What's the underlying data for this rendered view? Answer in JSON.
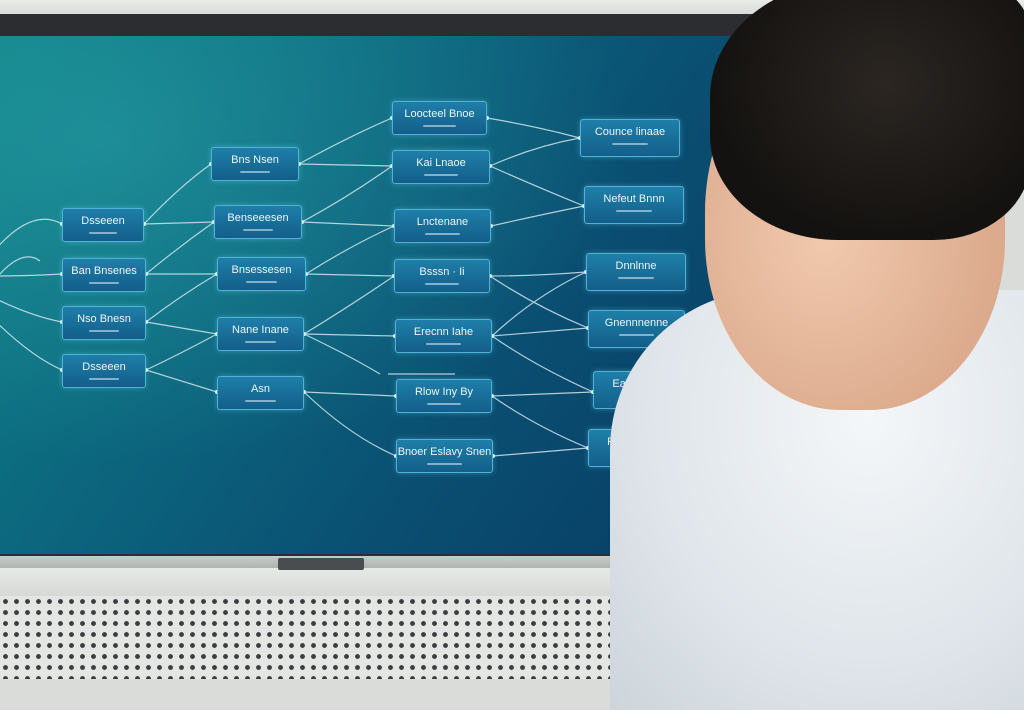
{
  "scene": {
    "description_subject": "person-viewing-monitor",
    "colors": {
      "screen_accent": "#0c6a7f",
      "node_fill": "#1f7fa8",
      "node_border": "#4fb3d6",
      "connector": "#cfe6ee"
    }
  },
  "diagram": {
    "nodes": [
      {
        "id": "c1r1",
        "label": "Dsseeen"
      },
      {
        "id": "c1r2",
        "label": "Ban Bnsenes"
      },
      {
        "id": "c1r3",
        "label": "Nso Bnesn"
      },
      {
        "id": "c1r4",
        "label": "Dsseeen"
      },
      {
        "id": "c2r1",
        "label": "Bns Nsen"
      },
      {
        "id": "c2r2",
        "label": "Benseeesen"
      },
      {
        "id": "c2r3",
        "label": "Bnsessesen"
      },
      {
        "id": "c2r4",
        "label": "Nane Inane"
      },
      {
        "id": "c2r5",
        "label": "Asn"
      },
      {
        "id": "c3r1",
        "label": "Loocteel Bnoe"
      },
      {
        "id": "c3r2",
        "label": "Kai Lnaoe"
      },
      {
        "id": "c3r3",
        "label": "Lnctenane"
      },
      {
        "id": "c3r4",
        "label": "Bsssn · Ii"
      },
      {
        "id": "c3r5",
        "label": "Erecnn Iahe"
      },
      {
        "id": "c3r6",
        "label": "Rlow Iny By"
      },
      {
        "id": "c3r7",
        "label": "Bnoer Eslavy Snen"
      },
      {
        "id": "c4r1",
        "label": "Counce linaae"
      },
      {
        "id": "c4r2",
        "label": "Nefeut Bnnn"
      },
      {
        "id": "c4r3",
        "label": "Dnnlnne"
      },
      {
        "id": "c4r4",
        "label": "Gnennnenne"
      },
      {
        "id": "c4r5",
        "label": "Eacy Enane"
      },
      {
        "id": "c4r6",
        "label": "Fanee Inane"
      }
    ]
  }
}
